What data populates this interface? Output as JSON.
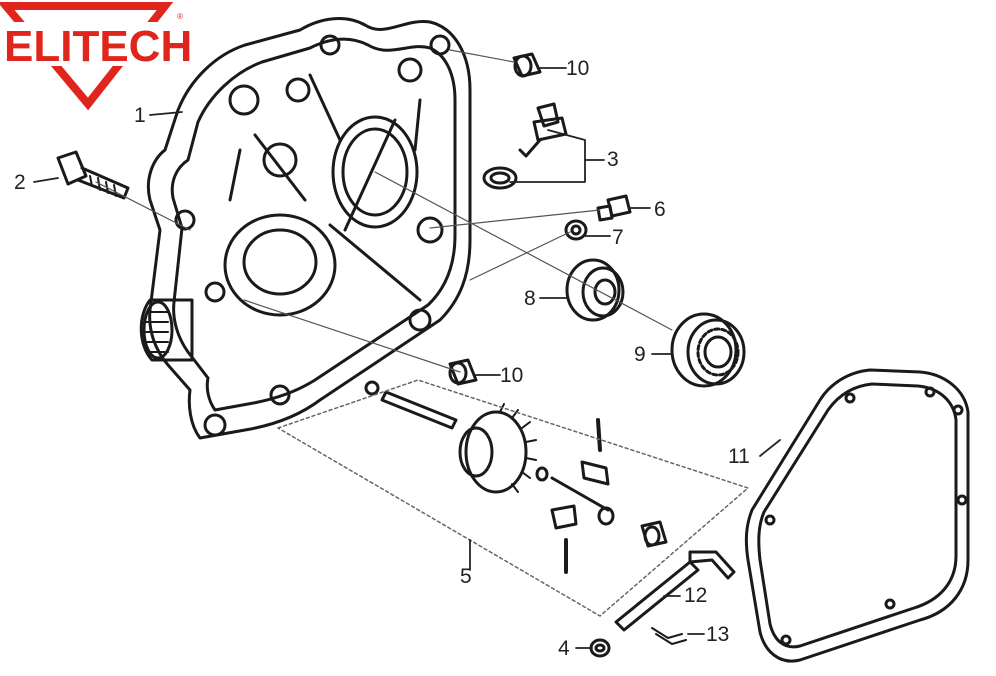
{
  "brand": {
    "logo_text": "ELITECH",
    "registered_mark": "®",
    "accent_color": "#e0261c"
  },
  "diagram": {
    "subject": "crankcase-cover-exploded-view",
    "callouts": [
      {
        "id": "c1",
        "label": "1",
        "part": "crankcase-cover"
      },
      {
        "id": "c2",
        "label": "2",
        "part": "flange-bolt"
      },
      {
        "id": "c3",
        "label": "3",
        "part": "oil-level-switch-with-washer"
      },
      {
        "id": "c4",
        "label": "4",
        "part": "nut"
      },
      {
        "id": "c5",
        "label": "5",
        "part": "governor-assembly"
      },
      {
        "id": "c6",
        "label": "6",
        "part": "drain-plug"
      },
      {
        "id": "c7",
        "label": "7",
        "part": "sealing-washer"
      },
      {
        "id": "c8",
        "label": "8",
        "part": "oil-seal"
      },
      {
        "id": "c9",
        "label": "9",
        "part": "ball-bearing"
      },
      {
        "id": "c10a",
        "label": "10",
        "part": "dowel-pin"
      },
      {
        "id": "c10b",
        "label": "10",
        "part": "dowel-pin"
      },
      {
        "id": "c11",
        "label": "11",
        "part": "cover-gasket"
      },
      {
        "id": "c12",
        "label": "12",
        "part": "governor-arm-shaft"
      },
      {
        "id": "c13",
        "label": "13",
        "part": "clip"
      }
    ]
  }
}
